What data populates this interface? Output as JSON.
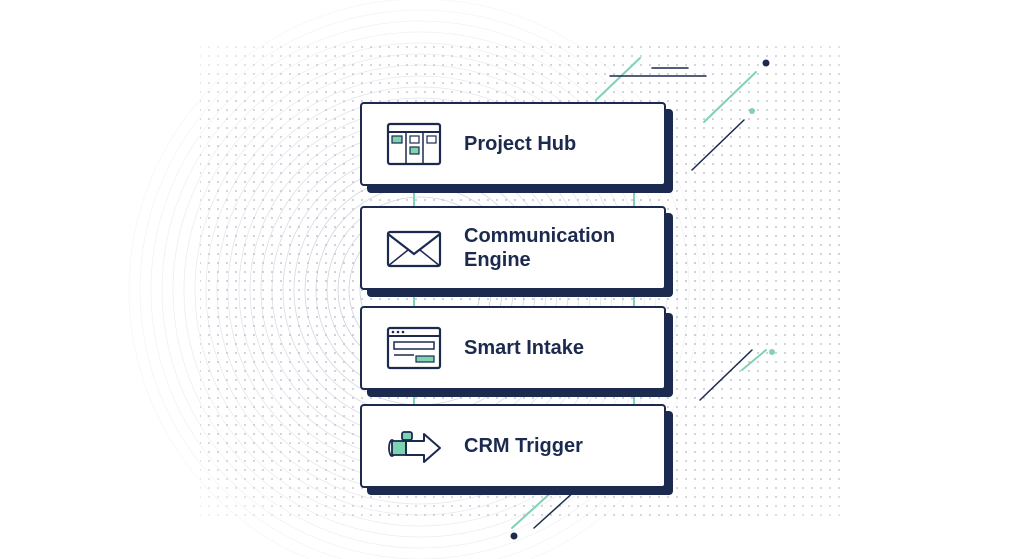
{
  "colors": {
    "navy": "#1b2a4e",
    "mint": "#7ed3b2",
    "dot": "#b9bec9"
  },
  "modules": [
    {
      "label": "Project Hub",
      "icon": "kanban-board-icon"
    },
    {
      "label": "Communication\nEngine",
      "icon": "envelope-icon"
    },
    {
      "label": "Smart Intake",
      "icon": "form-window-icon"
    },
    {
      "label": "CRM Trigger",
      "icon": "pipe-arrow-icon"
    }
  ]
}
